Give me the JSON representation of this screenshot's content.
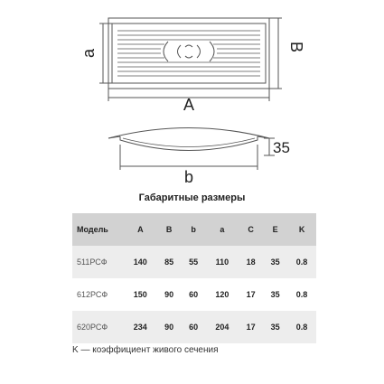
{
  "drawing": {
    "top_view": {
      "label_width": "A",
      "label_height": "B",
      "label_inner": "a"
    },
    "side_view": {
      "label_width": "b",
      "label_height": "35"
    }
  },
  "title": "Габаритные размеры",
  "table": {
    "headers": [
      "Модель",
      "A",
      "B",
      "b",
      "a",
      "C",
      "E",
      "K"
    ],
    "rows": [
      [
        "511РСФ",
        "140",
        "85",
        "55",
        "110",
        "18",
        "35",
        "0.8"
      ],
      [
        "612РСФ",
        "150",
        "90",
        "60",
        "120",
        "17",
        "35",
        "0.8"
      ],
      [
        "620РСФ",
        "234",
        "90",
        "60",
        "204",
        "17",
        "35",
        "0.8"
      ]
    ]
  },
  "footnote": "K — коэффициент живого сечения",
  "colors": {
    "header_bg": "#d2d2d2",
    "row_alt_bg": "#ededed",
    "line": "#555555"
  }
}
